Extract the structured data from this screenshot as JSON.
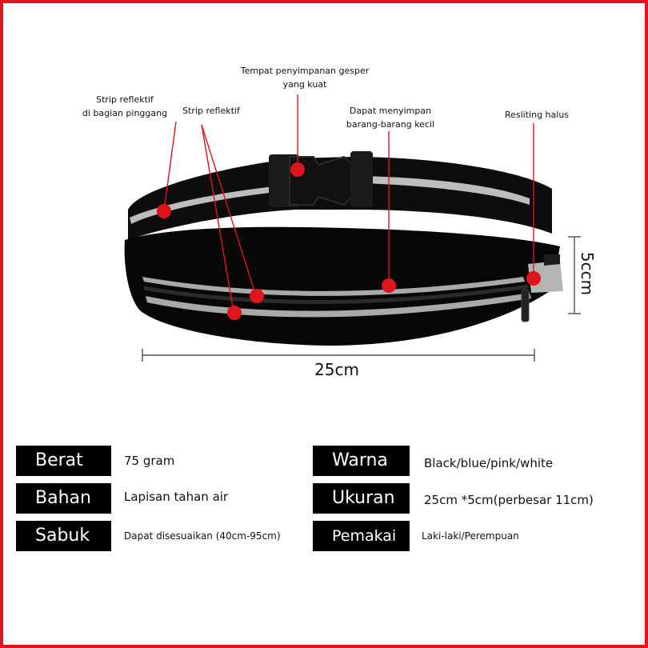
{
  "callouts": {
    "buckle": "Tempat penyimpanan gesper yang kuat",
    "waist_strip_line1": "Strip reflektif",
    "waist_strip_line2": "di bagian pinggang",
    "strip": "Strip reflektif",
    "pocket_line1": "Dapat menyimpan",
    "pocket_line2": "barang-barang kecil",
    "zipper": "Resliting halus"
  },
  "dimensions": {
    "width": "25cm",
    "height": "5ccm"
  },
  "specs": [
    {
      "label": "Berat",
      "value": "75 gram"
    },
    {
      "label": "Bahan",
      "value": "Lapisan tahan air"
    },
    {
      "label": "Sabuk",
      "value": "Dapat disesuaikan (40cm-95cm)"
    },
    {
      "label": "Warna",
      "value": "Black/blue/pink/white"
    },
    {
      "label": "Ukuran",
      "value": "25cm *5cm(perbesar 11cm)"
    },
    {
      "label": "Pemakai",
      "value": "Laki-laki/Perempuan"
    }
  ],
  "colors": {
    "frame": "#e0141b",
    "marker": "#e0141b",
    "belt": "#0b0b0b",
    "reflective": "#b8b8b8"
  }
}
